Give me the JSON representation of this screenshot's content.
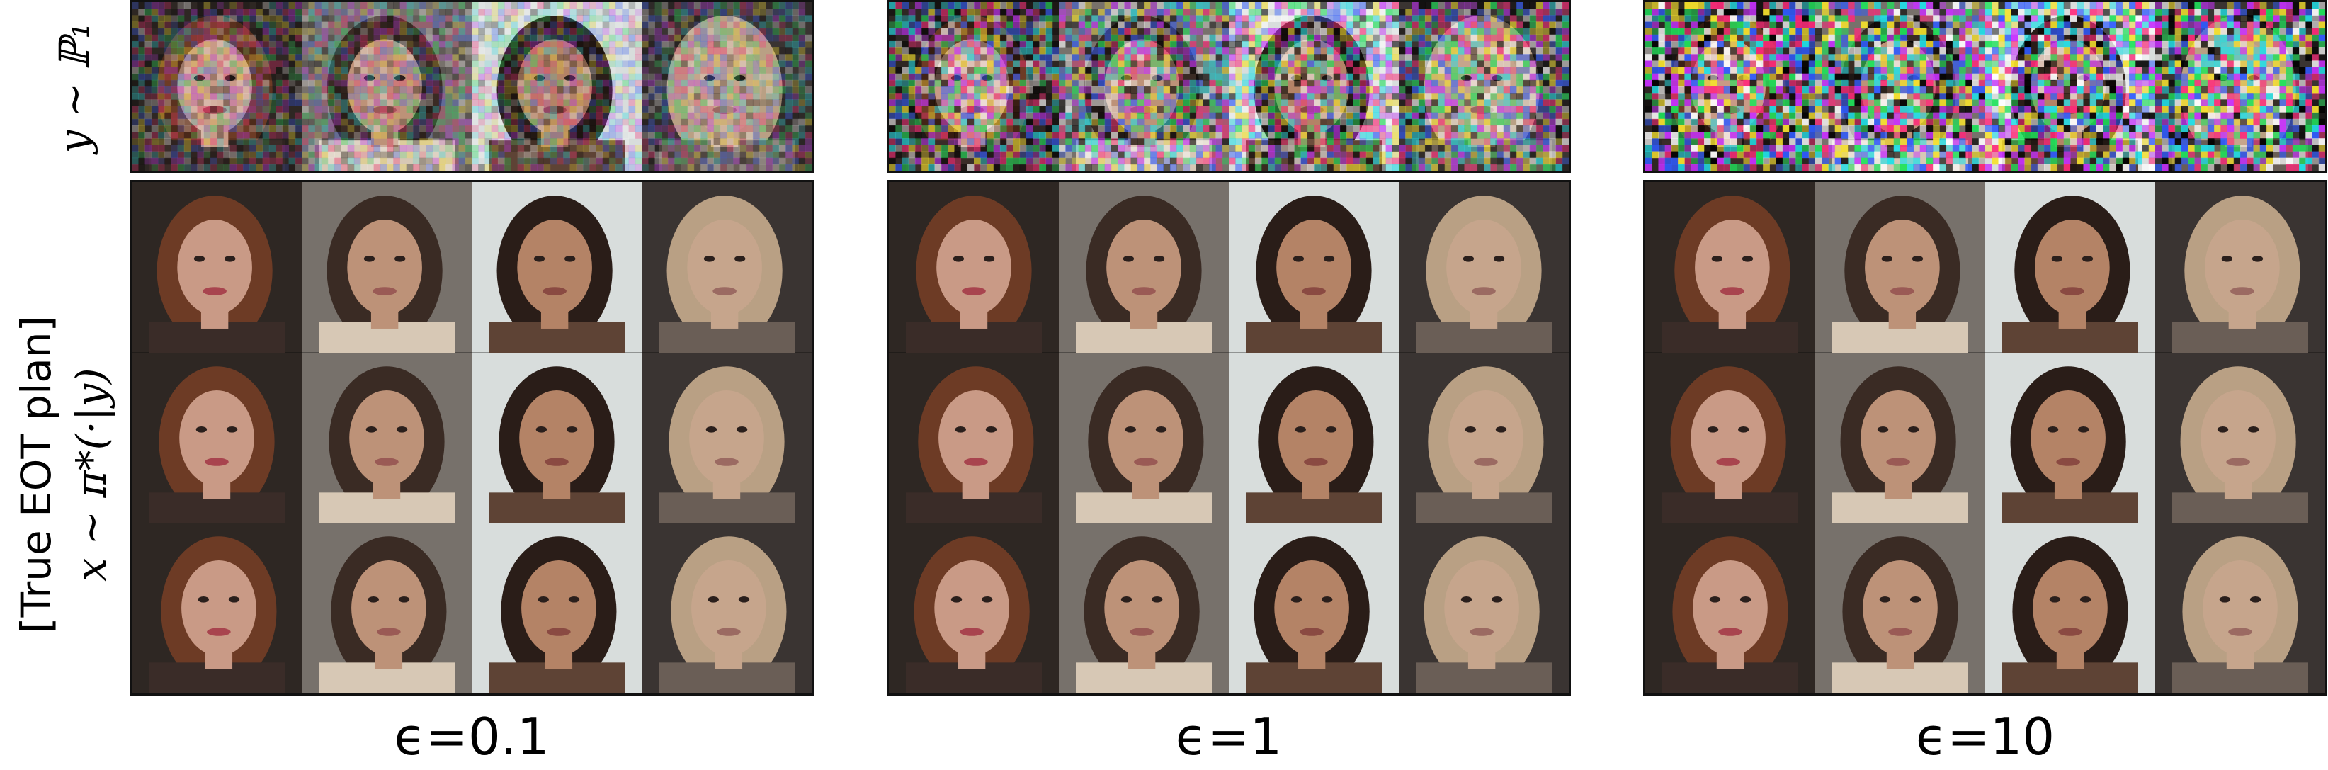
{
  "row_labels": {
    "noisy": "y ~ ℙ₁",
    "plan_line1": "[True EOT plan]",
    "plan_line2": "x ~ π*(·|y)"
  },
  "panels": [
    {
      "eps_label": "ϵ=0.1",
      "noise_level": 0.35
    },
    {
      "eps_label": "ϵ=1",
      "noise_level": 0.7
    },
    {
      "eps_label": "ϵ=10",
      "noise_level": 1.0
    }
  ],
  "faces": [
    {
      "name": "face-1",
      "bg": "#2e2723",
      "skin": "#c99a86",
      "hair": "#6d3b25",
      "shirt": "#3a2c28",
      "lip": "#a8444e"
    },
    {
      "name": "face-2",
      "bg": "#77716b",
      "skin": "#bd9278",
      "hair": "#3a2b24",
      "shirt": "#d7c8b5",
      "lip": "#9a5a55"
    },
    {
      "name": "face-3",
      "bg": "#d8dddc",
      "skin": "#b48366",
      "hair": "#2a1d18",
      "shirt": "#5e4335",
      "lip": "#8a4a42"
    },
    {
      "name": "face-4",
      "bg": "#3a3432",
      "skin": "#c6a58c",
      "hair": "#b9a084",
      "shirt": "#6a5e56",
      "lip": "#9b6a62"
    }
  ]
}
